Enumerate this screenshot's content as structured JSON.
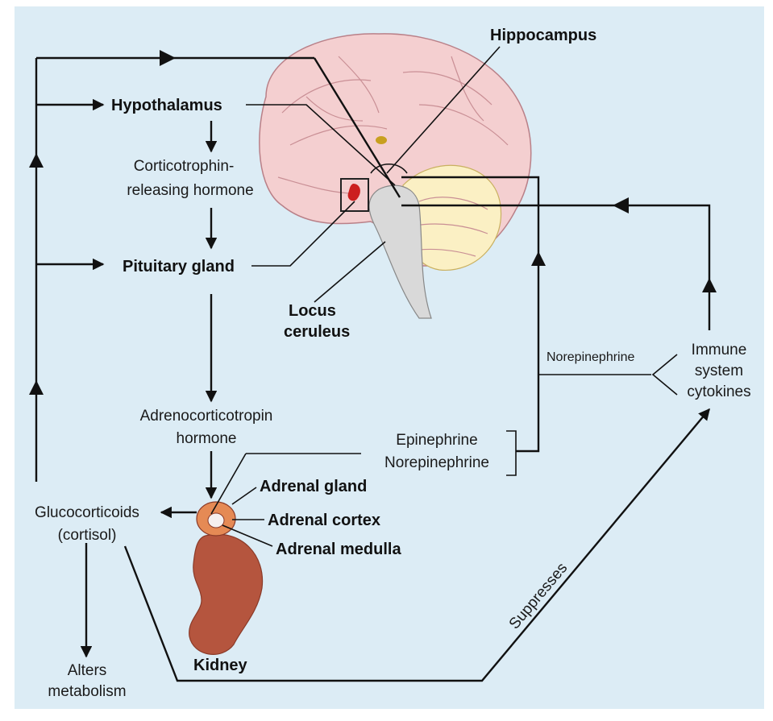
{
  "labels": {
    "hippocampus": "Hippocampus",
    "hypothalamus": "Hypothalamus",
    "crh_line1": "Corticotrophin-",
    "crh_line2": "releasing hormone",
    "pituitary": "Pituitary gland",
    "locus_line1": "Locus",
    "locus_line2": "ceruleus",
    "norepinephrine": "Norepinephrine",
    "immune_line1": "Immune",
    "immune_line2": "system",
    "immune_line3": "cytokines",
    "acth_line1": "Adrenocorticotropin",
    "acth_line2": "hormone",
    "epinephrine": "Epinephrine",
    "norepinephrine2": "Norepinephrine",
    "adrenal_gland": "Adrenal gland",
    "adrenal_cortex": "Adrenal cortex",
    "adrenal_medulla": "Adrenal medulla",
    "gluco_line1": "Glucocorticoids",
    "gluco_line2": "(cortisol)",
    "alters_line1": "Alters",
    "alters_line2": "metabolism",
    "kidney": "Kidney",
    "suppresses": "Suppresses"
  },
  "colors": {
    "background": "#dcecf5",
    "brain": "#f4cfd0",
    "cerebellum": "#fbf0c4",
    "brainstem": "#d9d9d9",
    "kidney": "#b5553e",
    "adrenal": "#e58a55",
    "pituitary": "#cc1f1f",
    "hippocampus_dot": "#c8a020"
  }
}
